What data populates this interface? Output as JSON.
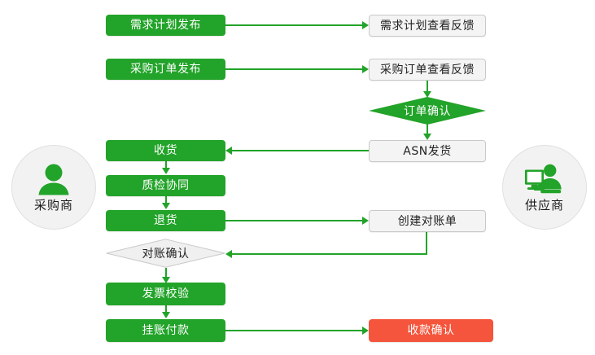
{
  "diagram": {
    "type": "flowchart",
    "title": "",
    "colors": {
      "green": "#22a329",
      "orange": "#f4553c",
      "grey_fill": "#f4f4f4",
      "grey_border": "#c9c9c9",
      "actor_fill": "#f2f2f2",
      "connector": "#22a329"
    },
    "actors": [
      {
        "id": "buyer",
        "label": "采购商",
        "icon": "person-icon",
        "side": "left"
      },
      {
        "id": "supplier",
        "label": "供应商",
        "icon": "person-with-monitor-icon",
        "side": "right"
      }
    ],
    "buyer_nodes": [
      {
        "id": "demand-plan-publish",
        "label": "需求计划发布",
        "shape": "rect",
        "style": "green"
      },
      {
        "id": "purchase-order-publish",
        "label": "采购订单发布",
        "shape": "rect",
        "style": "green"
      },
      {
        "id": "receive-goods",
        "label": "收货",
        "shape": "rect",
        "style": "green"
      },
      {
        "id": "quality-inspection-collab",
        "label": "质检协同",
        "shape": "rect",
        "style": "green"
      },
      {
        "id": "return-goods",
        "label": "退货",
        "shape": "rect",
        "style": "green"
      },
      {
        "id": "reconciliation-confirm",
        "label": "对账确认",
        "shape": "diamond",
        "style": "grey"
      },
      {
        "id": "invoice-verification",
        "label": "发票校验",
        "shape": "rect",
        "style": "green"
      },
      {
        "id": "accrual-payment",
        "label": "挂账付款",
        "shape": "rect",
        "style": "green"
      }
    ],
    "supplier_nodes": [
      {
        "id": "demand-plan-view-feedback",
        "label": "需求计划查看反馈",
        "shape": "rect",
        "style": "grey"
      },
      {
        "id": "purchase-order-view-feedback",
        "label": "采购订单查看反馈",
        "shape": "rect",
        "style": "grey"
      },
      {
        "id": "order-confirm",
        "label": "订单确认",
        "shape": "diamond",
        "style": "green"
      },
      {
        "id": "asn-shipment",
        "label": "ASN发货",
        "shape": "rect",
        "style": "grey"
      },
      {
        "id": "create-reconciliation-statement",
        "label": "创建对账单",
        "shape": "rect",
        "style": "grey"
      },
      {
        "id": "payment-receipt-confirm",
        "label": "收款确认",
        "shape": "rect",
        "style": "orange"
      }
    ],
    "edges": [
      {
        "from": "demand-plan-publish",
        "to": "demand-plan-view-feedback",
        "direction": "right"
      },
      {
        "from": "purchase-order-publish",
        "to": "purchase-order-view-feedback",
        "direction": "right"
      },
      {
        "from": "purchase-order-view-feedback",
        "to": "order-confirm",
        "direction": "down"
      },
      {
        "from": "order-confirm",
        "to": "asn-shipment",
        "direction": "down"
      },
      {
        "from": "asn-shipment",
        "to": "receive-goods",
        "direction": "left"
      },
      {
        "from": "receive-goods",
        "to": "quality-inspection-collab",
        "direction": "down"
      },
      {
        "from": "quality-inspection-collab",
        "to": "return-goods",
        "direction": "down"
      },
      {
        "from": "return-goods",
        "to": "create-reconciliation-statement",
        "direction": "right"
      },
      {
        "from": "create-reconciliation-statement",
        "to": "reconciliation-confirm",
        "direction": "left"
      },
      {
        "from": "reconciliation-confirm",
        "to": "invoice-verification",
        "direction": "down"
      },
      {
        "from": "invoice-verification",
        "to": "accrual-payment",
        "direction": "down"
      },
      {
        "from": "accrual-payment",
        "to": "payment-receipt-confirm",
        "direction": "right"
      }
    ]
  }
}
